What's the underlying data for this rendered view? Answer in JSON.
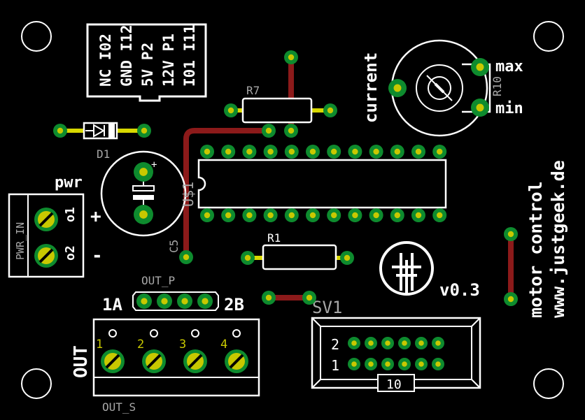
{
  "colors": {
    "background": "#000000",
    "silkscreen": "#ffffff",
    "gray_silkscreen": "#a7a7a7",
    "pad": "#0e8b2e",
    "pad_hole": "#c8c800",
    "trace": "#8c1a1a",
    "lead": "#d8d800"
  },
  "labels": {
    "ic_pins": [
      "NC I02",
      "GND I12",
      "5V P2",
      "12V P1",
      "I01 I11"
    ],
    "current": "current",
    "max": "max",
    "min": "min",
    "r10": "R10",
    "r7": "R7",
    "d1": "D1",
    "pwr": "pwr",
    "pwr_in": "PWR_IN",
    "plus": "+",
    "minus": "-",
    "o1": "o1",
    "o2": "o2",
    "c5": "C5",
    "cap_plus": "+",
    "u1": "U$1",
    "r1": "R1",
    "version": "v0.3",
    "out_p": "OUT_P",
    "label_1a": "1A",
    "label_2b": "2B",
    "sv1": "SV1",
    "out": "OUT",
    "out_s": "OUT_S",
    "out_nums": [
      "1",
      "2",
      "3",
      "4"
    ],
    "sv1_row2": "2",
    "sv1_row1": "1",
    "sv1_pins": "10",
    "motor_control": "motor control",
    "url": "www.justgeek.de"
  }
}
